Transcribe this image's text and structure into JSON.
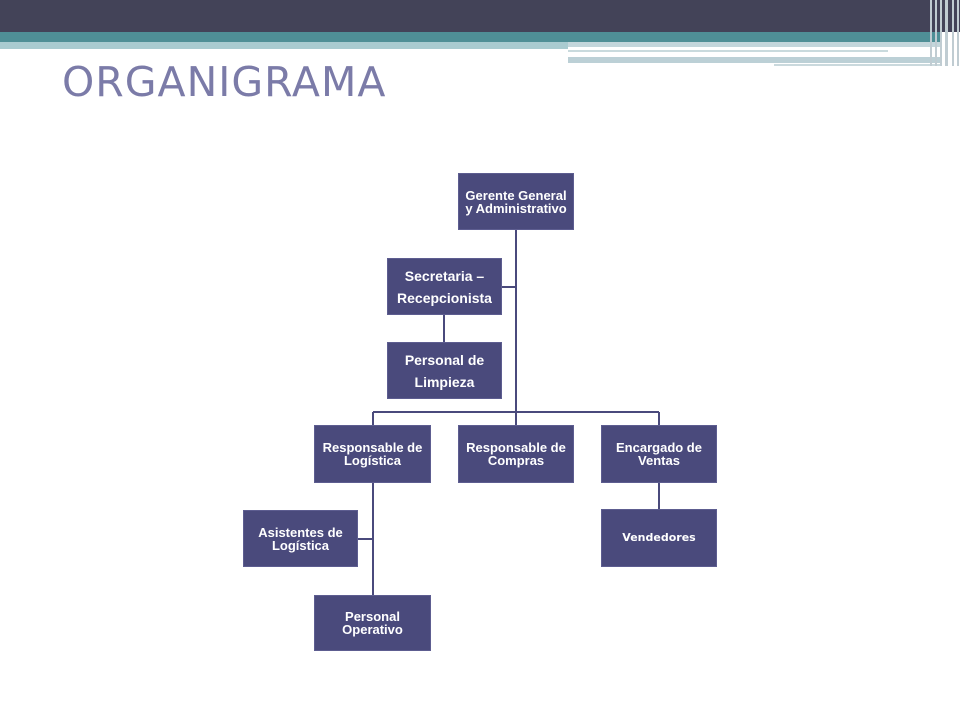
{
  "slide": {
    "title": "ORGANIGRAMA"
  },
  "org_chart": {
    "nodes": {
      "gerente": "Gerente General y Administrativo",
      "secretaria_line1": "Secretaria –",
      "secretaria_line2": "Recepcionista",
      "limpieza_line1": "Personal de",
      "limpieza_line2": "Limpieza",
      "logistica": "Responsable de Logística",
      "compras": "Responsable de Compras",
      "ventas": "Encargado de Ventas",
      "asistentes": "Asistentes de Logística",
      "operativo": "Personal Operativo",
      "vendedores": "Vendedores"
    },
    "colors": {
      "node_fill": "#4a4a7c",
      "connector": "#4a4a7c",
      "title": "#7b7ba8",
      "banner_dark": "#434358",
      "banner_teal": "#4f8f96"
    }
  }
}
